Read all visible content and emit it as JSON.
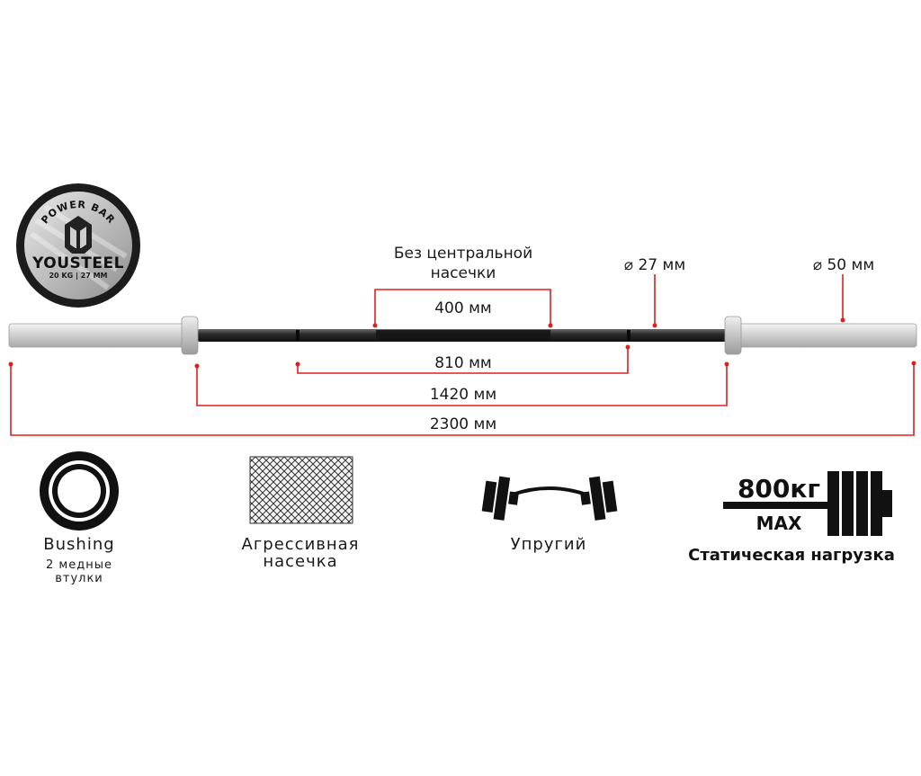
{
  "logo": {
    "arc_text": "POWER BAR",
    "brand": "YOUSTEEL",
    "spec": "20 KG | 27 MM"
  },
  "labels": {
    "no_center_knurl_line1": "Без центральной",
    "no_center_knurl_line2": "насечки",
    "grip_diameter": "⌀ 27 мм",
    "sleeve_diameter": "⌀ 50 мм",
    "dim_400": "400 мм",
    "dim_810": "810 мм",
    "dim_1420": "1420 мм",
    "dim_2300": "2300 мм"
  },
  "features": {
    "bushing_title": "Bushing",
    "bushing_sub_line1": "2 медные",
    "bushing_sub_line2": "втулки",
    "knurl_line1": "Агрессивная",
    "knurl_line2": "насечка",
    "flex": "Упругий",
    "load_value": "800кг",
    "load_max": "MAX",
    "load_caption": "Статическая нагрузка"
  },
  "colors": {
    "dimension_line": "#e01e1e",
    "shaft": "#2a2a2a",
    "sleeve": "#d8d8d8",
    "icon": "#111111"
  }
}
